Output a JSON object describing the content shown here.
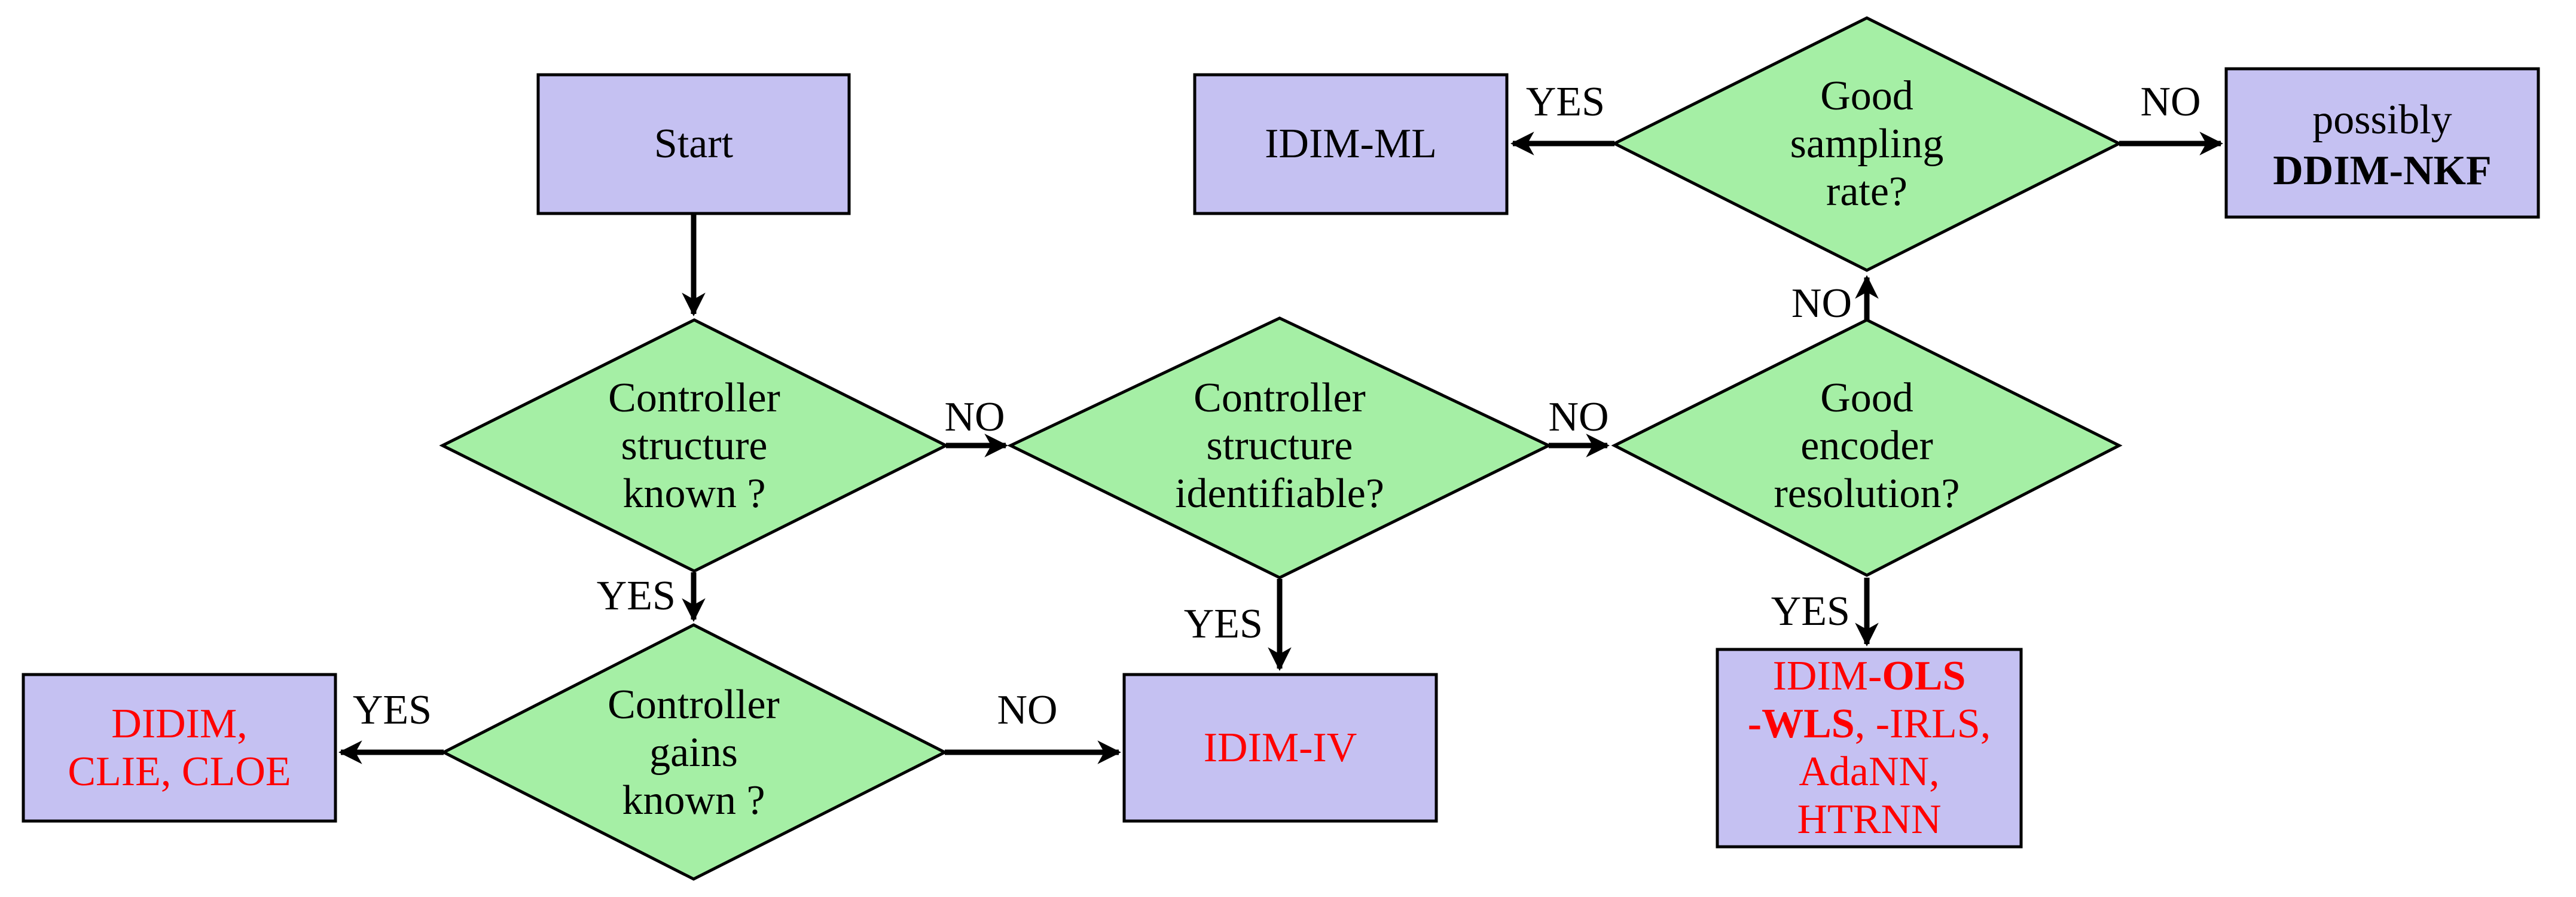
{
  "colors": {
    "background": "#ffffff",
    "box_fill": "#c5c1f2",
    "diamond_fill": "#a5efa5",
    "border": "#000000",
    "black_text": "#000000",
    "red_text": "#ff0000"
  },
  "nodes": {
    "start": {
      "label": "Start"
    },
    "idim_ml": {
      "label": "IDIM-ML"
    },
    "good_sampling_rate": {
      "lines": [
        "Good",
        "sampling",
        "rate?"
      ]
    },
    "possibly_ddim_nkf": {
      "line1": "possibly",
      "line2": "DDIM-NKF"
    },
    "controller_structure_known": {
      "lines": [
        "Controller",
        "structure",
        "known ?"
      ]
    },
    "controller_structure_identifiable": {
      "lines": [
        "Controller",
        "structure",
        "identifiable?"
      ]
    },
    "good_encoder_resolution": {
      "lines": [
        "Good",
        "encoder",
        "resolution?"
      ]
    },
    "controller_gains_known": {
      "lines": [
        "Controller",
        "gains",
        "known ?"
      ]
    },
    "didim_clie_cloe": {
      "line1": "DIDIM,",
      "line2": "CLIE, CLOE"
    },
    "idim_iv": {
      "label": "IDIM-IV"
    },
    "idim_ols": {
      "l1a": "IDIM-",
      "l1b": "OLS",
      "l2a": "-WLS",
      "l2b": ", -IRLS,",
      "l3": "AdaNN,",
      "l4": "HTRNN"
    }
  },
  "edge_labels": {
    "structure_known_no": "NO",
    "structure_known_yes": "YES",
    "identifiable_no": "NO",
    "identifiable_yes": "YES",
    "encoder_no": "NO",
    "encoder_yes": "YES",
    "sampling_yes": "YES",
    "sampling_no": "NO",
    "gains_yes": "YES",
    "gains_no": "NO"
  }
}
